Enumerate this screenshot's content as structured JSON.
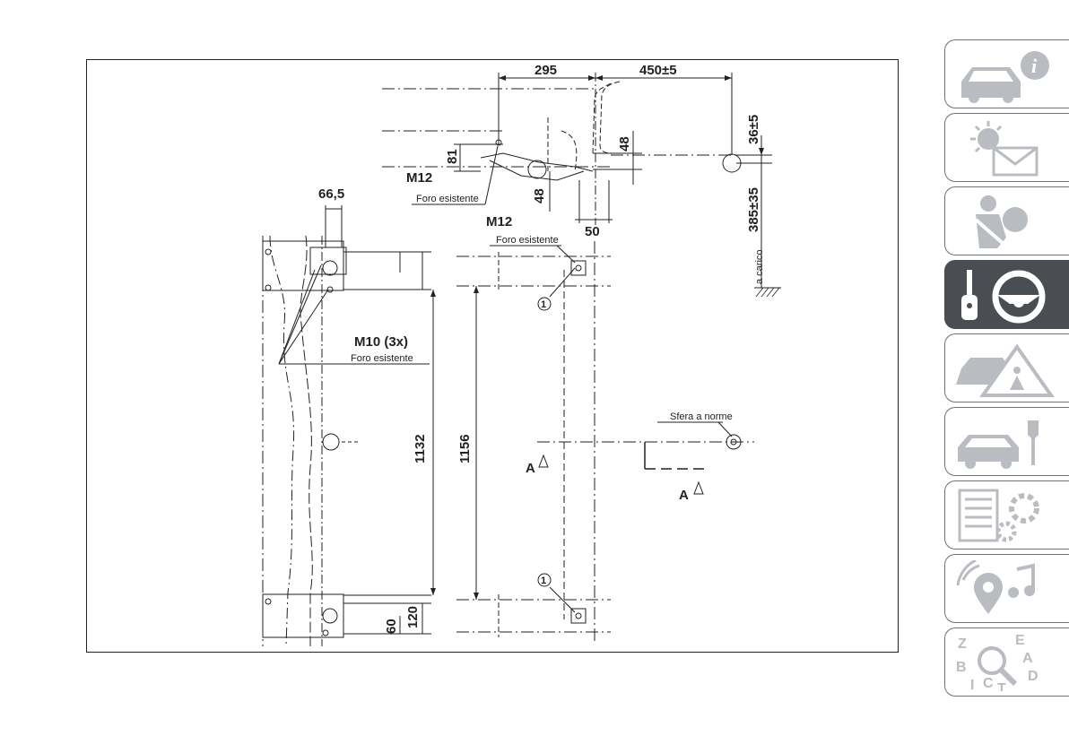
{
  "drawing": {
    "dims": {
      "d295": "295",
      "d450": "450±5",
      "d36": "36±5",
      "d385": "385±35",
      "d81": "81",
      "d48a": "48",
      "d48b": "48",
      "d50": "50",
      "d66": "66,5",
      "d1132": "1132",
      "d1156": "1156",
      "d120": "120",
      "d60": "60"
    },
    "labels": {
      "m12_top": "M12",
      "foro_top": "Foro esistente",
      "m12_mid": "M12",
      "foro_mid": "Foro esistente",
      "m10": "M10 (3x)",
      "foro_left": "Foro esistente",
      "sfera": "Sfera a norme",
      "a_carico": "a carico",
      "section_a1": "A",
      "section_a2": "A",
      "callout1": "1",
      "callout2": "1"
    }
  },
  "sidebar": {
    "tabs": [
      {
        "name": "car-info-icon",
        "active": false
      },
      {
        "name": "lights-messages-icon",
        "active": false
      },
      {
        "name": "safety-airbag-icon",
        "active": false
      },
      {
        "name": "key-steering-wheel-icon",
        "active": true
      },
      {
        "name": "emergency-triangle-icon",
        "active": false
      },
      {
        "name": "car-maintenance-icon",
        "active": false
      },
      {
        "name": "technical-data-icon",
        "active": false
      },
      {
        "name": "multimedia-icon",
        "active": false
      },
      {
        "name": "alphabetical-index-icon",
        "active": false
      }
    ],
    "index_letters": [
      "Z",
      "E",
      "A",
      "B",
      "D",
      "I",
      "C",
      "T"
    ]
  }
}
